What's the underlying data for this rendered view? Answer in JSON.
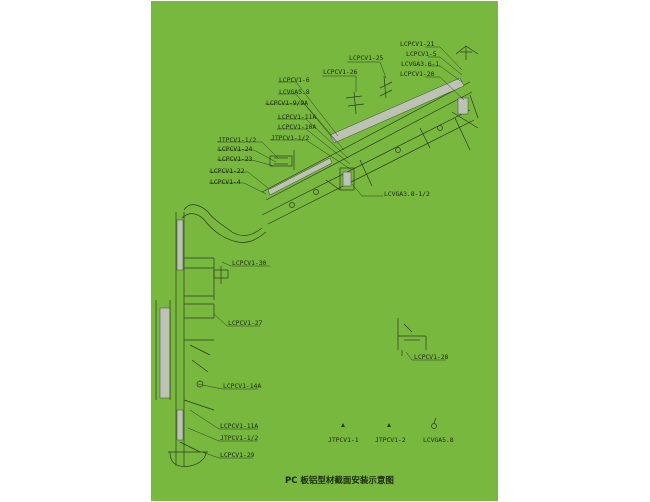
{
  "title": "PC 板铝型材截面安装示意图",
  "colors": {
    "sheet": "#79b83f",
    "line": "#2a3a22",
    "profile": "#bcc3b4"
  },
  "labels_top_right": [
    "LCPCV1-21",
    "LCPCV1-5",
    "LCVGA3.6-1",
    "LCPCV1-20"
  ],
  "labels_upper": [
    "LCPCV1-25",
    "LCPCV1-26"
  ],
  "labels_mid": [
    "LCPCV1-6",
    "LCVGA5.8",
    "LCPCV1-9/9A",
    "LCPCV1-11A",
    "LCPCV1-10A",
    "JTPCV1-1/2"
  ],
  "labels_left": [
    "JTPCV1-1/2",
    "LCPCV1-24",
    "LCPCV1-23",
    "LCPCV1-22",
    "LCPCV1-4"
  ],
  "label_ridge_bottom": "LCVGA3.8-1/2",
  "labels_column": [
    "LCPCV1-30",
    "LCPCV1-27",
    "LCPCV1-14A",
    "LCPCV1-11A",
    "JTPCV1-1/2",
    "LCPCV1-29"
  ],
  "label_detail": "LCPCV1-28",
  "legend": [
    "JTPCV1-1",
    "JTPCV1-2",
    "LCVGA5.8"
  ]
}
